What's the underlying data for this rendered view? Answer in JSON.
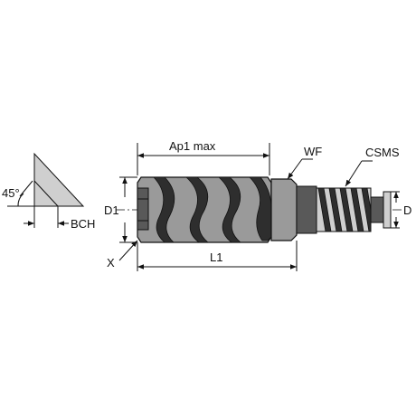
{
  "labels": {
    "angle": "45°",
    "bch": "BCH",
    "ap1": "Ap1 max",
    "wf": "WF",
    "csms": "CSMS",
    "d1": "D1",
    "d": "D",
    "x": "X",
    "l1": "L1"
  }
}
